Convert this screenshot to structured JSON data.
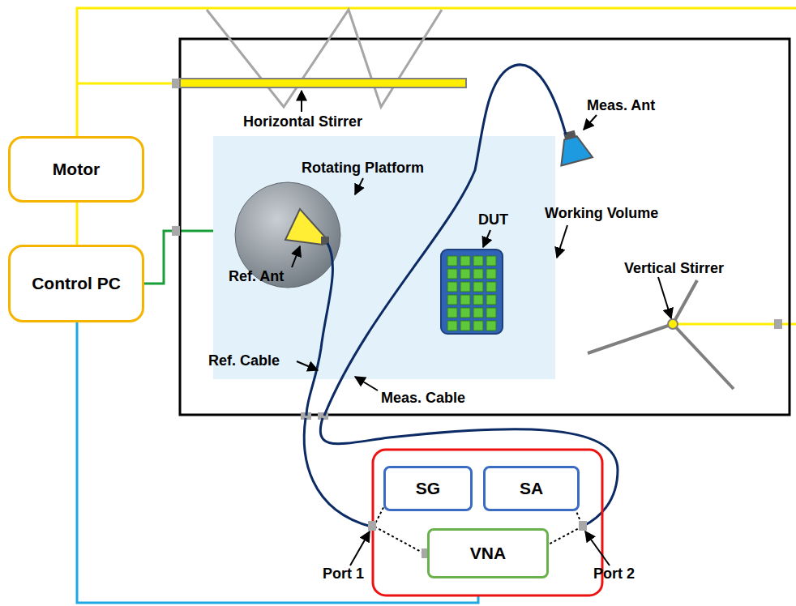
{
  "diagram": {
    "nodes": [
      {
        "text": [
          "Motor"
        ]
      },
      {
        "text": [
          "Control PC"
        ]
      },
      {
        "text": [
          "SG"
        ]
      },
      {
        "text": [
          "SA"
        ]
      },
      {
        "text": [
          "VNA"
        ]
      }
    ],
    "edges": [
      {
        "from": 0,
        "to": 1,
        "arrow": "none"
      }
    ],
    "labels": [
      "Horizontal Stirrer",
      "Meas. Ant",
      "Rotating Platform",
      "Working Volume",
      "DUT",
      "Vertical Stirrer",
      "Ref. Ant",
      "Ref. Cable",
      "Meas. Cable",
      "Port 1",
      "Port 2"
    ]
  }
}
